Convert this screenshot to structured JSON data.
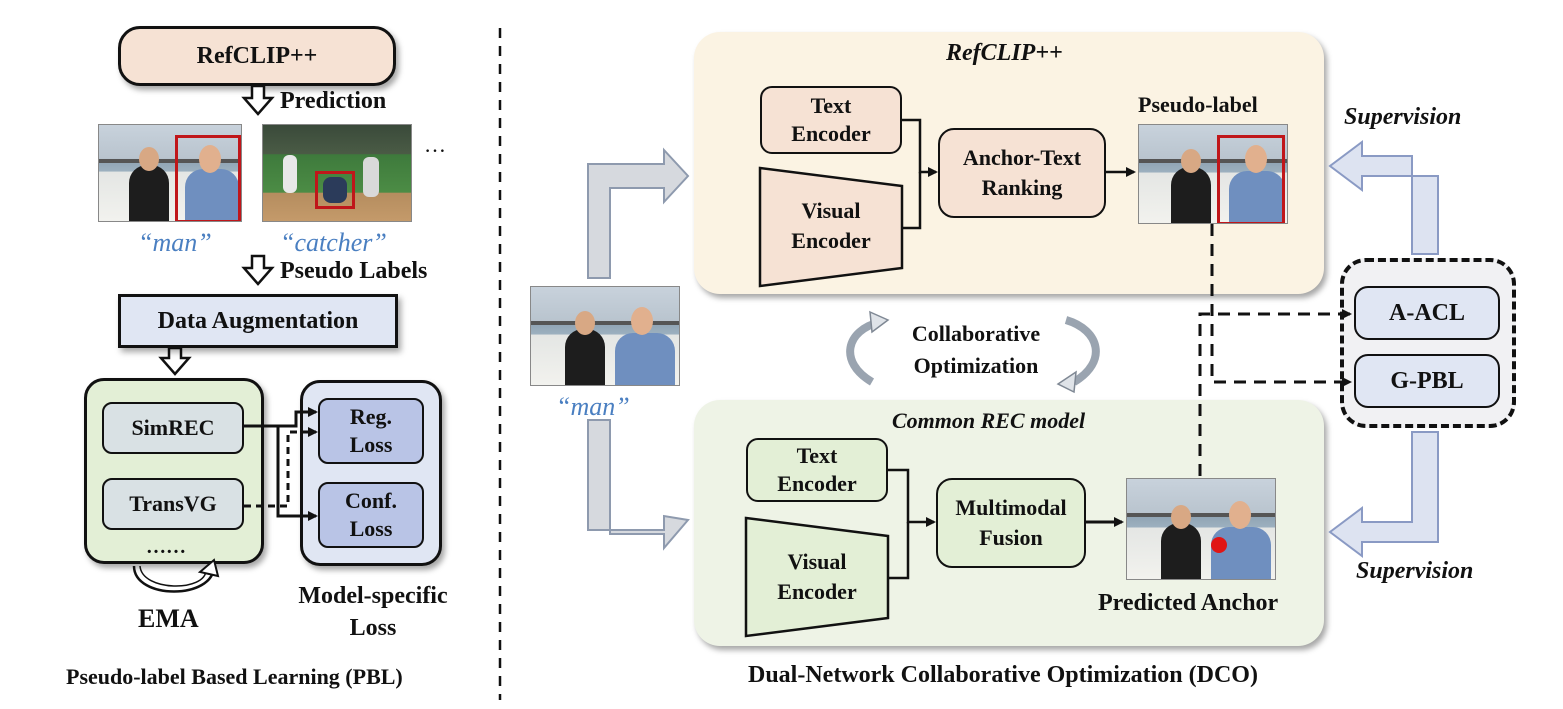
{
  "pbl": {
    "top_box": "RefCLIP++",
    "prediction": "Prediction",
    "ellipsis": "…",
    "caption_man": "“man”",
    "caption_catcher": "“catcher”",
    "pseudo_labels": "Pseudo Labels",
    "data_augmentation": "Data Augmentation",
    "models": [
      "SimREC",
      "TransVG",
      "……"
    ],
    "losses": [
      "Reg.\nLoss",
      "Conf.\nLoss"
    ],
    "ema": "EMA",
    "model_specific_loss": "Model-specific\nLoss",
    "title": "Pseudo-label Based Learning (PBL)"
  },
  "dco": {
    "input_caption": "“man”",
    "refclip_panel": {
      "title": "RefCLIP++",
      "text_encoder": "Text\nEncoder",
      "visual_encoder": "Visual\nEncoder",
      "ranking": "Anchor-Text\nRanking",
      "pseudo_label": "Pseudo-label"
    },
    "collab": "Collaborative\nOptimization",
    "rec_panel": {
      "title": "Common REC model",
      "text_encoder": "Text\nEncoder",
      "visual_encoder": "Visual\nEncoder",
      "fusion": "Multimodal\nFusion",
      "predicted_anchor": "Predicted Anchor"
    },
    "supervision_top": "Supervision",
    "supervision_bottom": "Supervision",
    "losses": [
      "A-ACL",
      "G-PBL"
    ],
    "title": "Dual-Network Collaborative Optimization (DCO)"
  },
  "colors": {
    "refclip_panel": "#fbf3e3",
    "rec_panel": "#eef3e6",
    "orange_box": "#f6e2d4",
    "green_box": "#e3efd6",
    "blue_box": "#e0e6f3",
    "gray_box": "#d9e1e4",
    "caption_blue": "#4a7fc1",
    "bbox_red": "#c0161a"
  }
}
